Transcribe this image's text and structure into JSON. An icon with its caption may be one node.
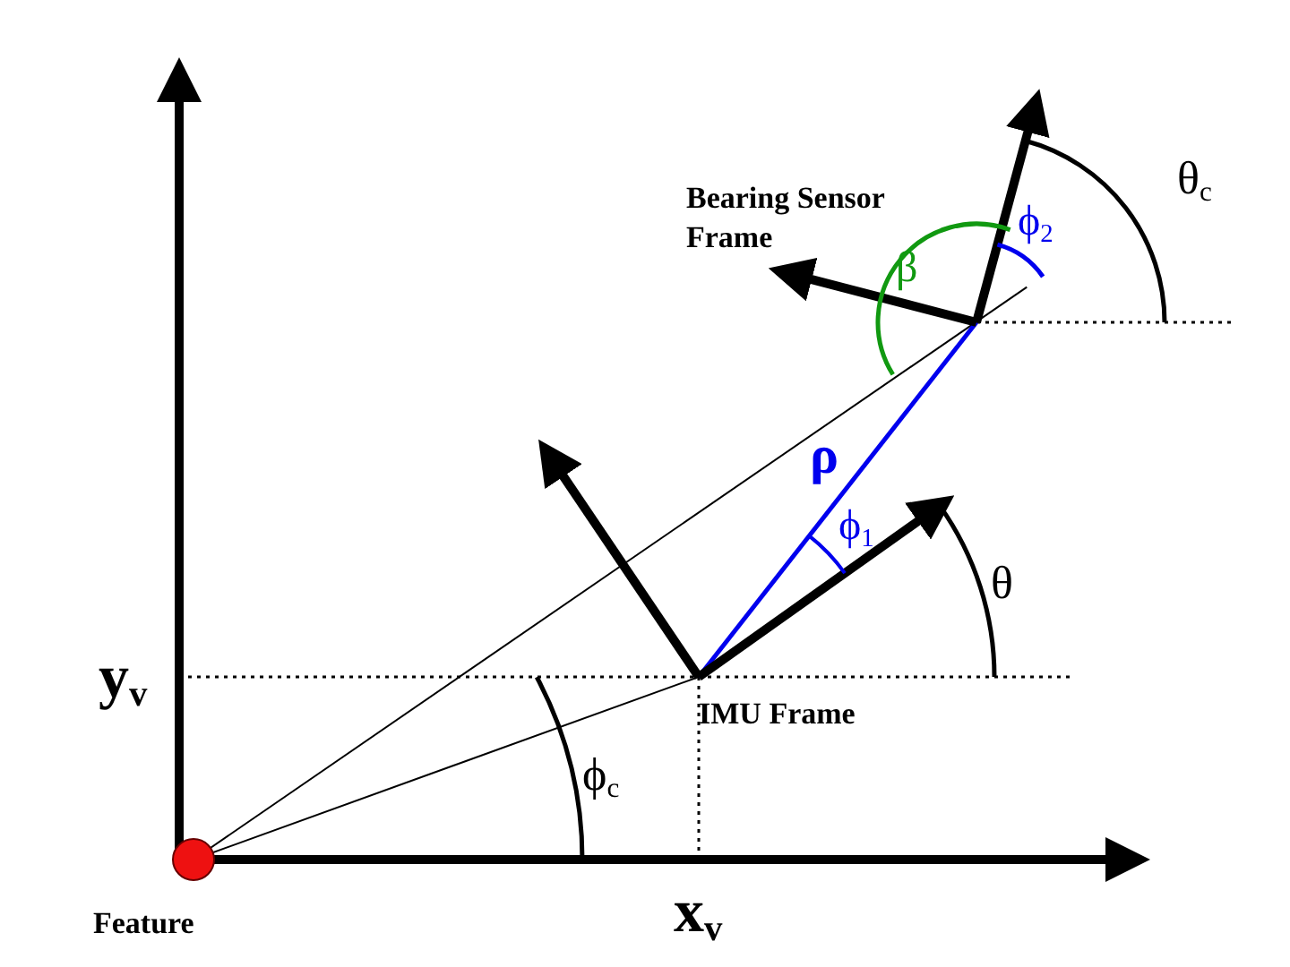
{
  "diagram": {
    "nodes": [
      {
        "text": [],
        "shape": "circle",
        "beside": [
          "Feature"
        ]
      }
    ],
    "labels": [
      "Bearing Sensor Frame",
      "θ$_{c}$",
      "ϕ$_{2}$",
      "β",
      "ρ",
      "ϕ$_{1}$",
      "θ",
      "y$_{v}$",
      "IMU Frame",
      "ϕ$_{c}$",
      "x$_{v}$"
    ]
  }
}
